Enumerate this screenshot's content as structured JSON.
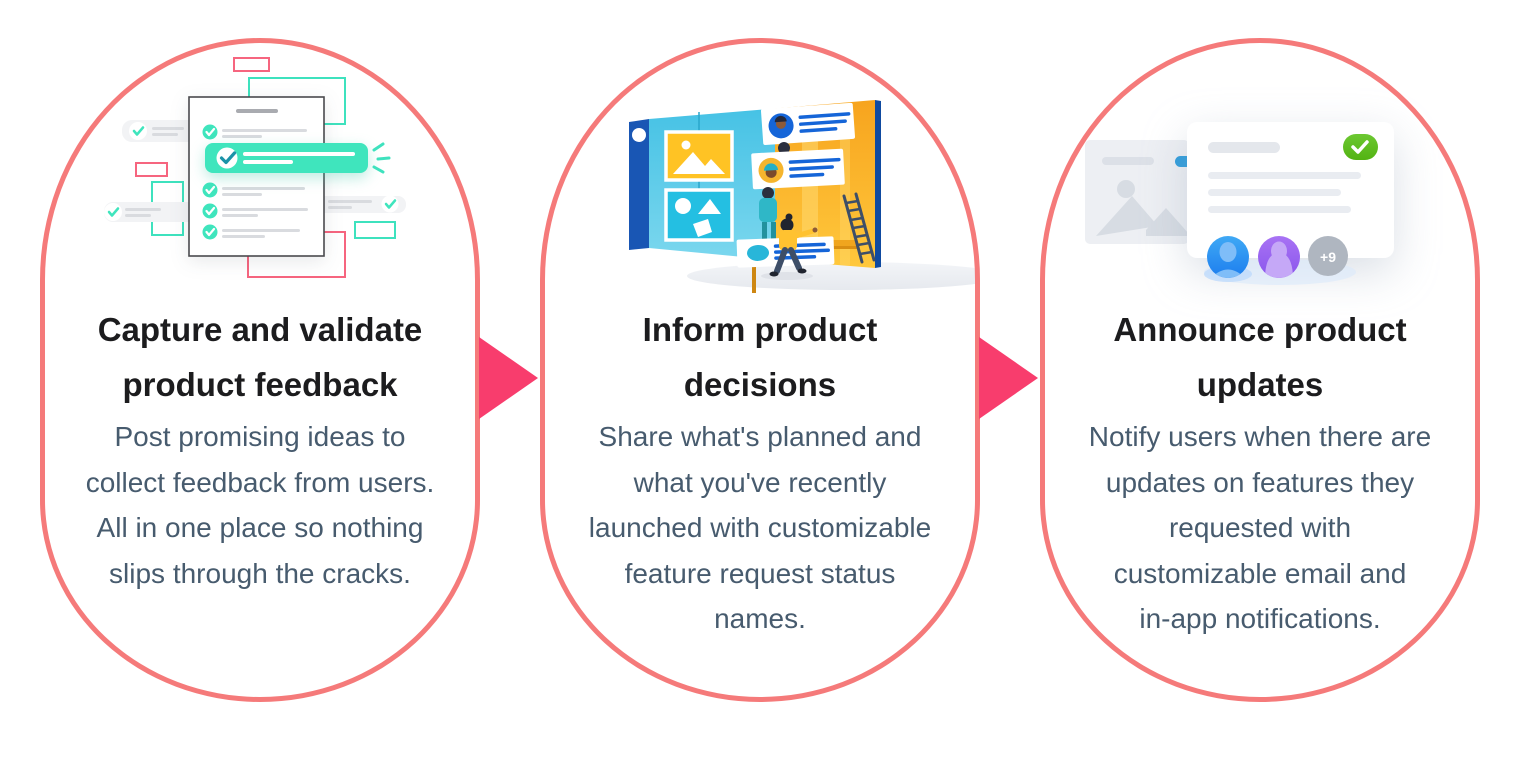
{
  "page": {
    "background": "#FFFFFF"
  },
  "colors": {
    "card_border": "#F57A7A",
    "arrow": "#F83D6D",
    "title_text": "#1C1C1E",
    "body_text": "#475B6E",
    "mint": "#3FE5BD",
    "pink_outline": "#F6657F",
    "green_badge": "#5CB81B",
    "blue_accent": "#1565D8"
  },
  "cards": [
    {
      "id": "capture-feedback",
      "title": [
        "Capture and validate",
        "product feedback"
      ],
      "body": [
        "Post promising ideas to",
        "collect feedback from users.",
        "All in one place so nothing",
        "slips through the cracks."
      ],
      "illustration": "feedback-checklist"
    },
    {
      "id": "inform-decisions",
      "title": [
        "Inform product",
        "decisions"
      ],
      "body": [
        "Share what's planned and",
        "what you've recently",
        "launched with customizable",
        "feature request status",
        "names."
      ],
      "illustration": "roadmap-billboard"
    },
    {
      "id": "announce-updates",
      "title": [
        "Announce product",
        "updates"
      ],
      "body": [
        "Notify users when there are",
        "updates on features they",
        "requested with",
        "customizable email and",
        "in-app notifications."
      ],
      "illustration": "update-notification"
    }
  ],
  "illustrations": {
    "avatar_overflow_count": "+9"
  }
}
